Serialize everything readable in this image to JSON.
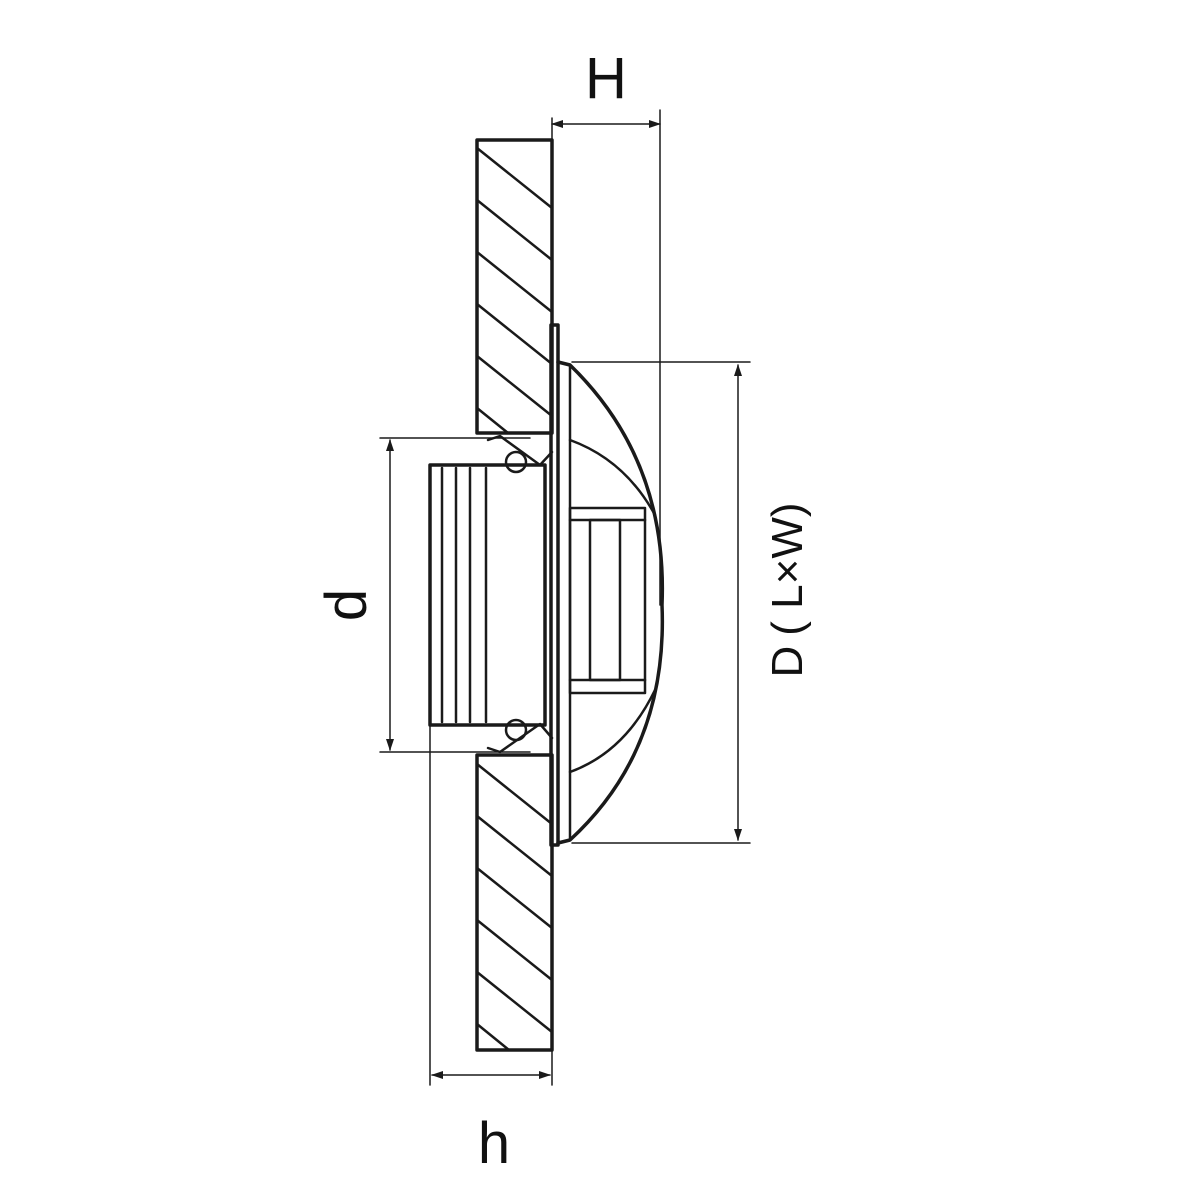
{
  "dimensions": {
    "overall_height": "H",
    "cutout_diameter": "d",
    "recess_depth": "h",
    "outer_size_D": "D",
    "outer_size_LxW": "( L×W)"
  },
  "colors": {
    "line": "#1a1a1a",
    "background": "#ffffff"
  }
}
